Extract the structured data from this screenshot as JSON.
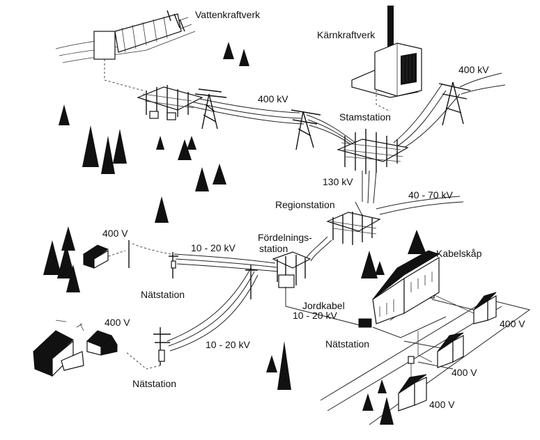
{
  "labels": {
    "hydro_plant": "Vattenkraftverk",
    "nuclear_plant": "Kärnkraftverk",
    "voltage_400kv_top": "400 kV",
    "voltage_400kv_right": "400 kV",
    "main_station": "Stamstation",
    "voltage_130kv": "130 kV",
    "voltage_40_70kv": "40 - 70 kV",
    "region_station": "Regionstation",
    "distribution_station_line1": "Fördelnings-",
    "distribution_station_line2": "station",
    "voltage_10_20kv_left": "10 - 20 kV",
    "voltage_400v_left": "400 V",
    "substation_left": "Nätstation",
    "cable_cabinet": "Kabelskåp",
    "ground_cable": "Jordkabel",
    "voltage_10_20kv_cable": "10 - 20 kV",
    "substation_center": "Nätstation",
    "voltage_400v_farm": "400 V",
    "voltage_10_20kv_bottom": "10 - 20 kV",
    "substation_bottom": "Nätstation",
    "voltage_400v_house1": "400 V",
    "voltage_400v_house2": "400 V",
    "voltage_400v_house3": "400 V"
  }
}
